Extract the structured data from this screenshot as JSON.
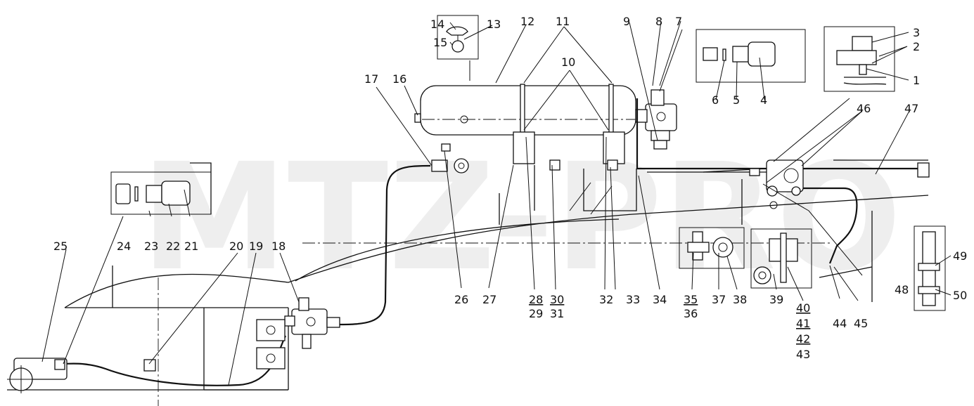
{
  "watermark": "MTZ-PRO",
  "callouts": {
    "c1": "1",
    "c2": "2",
    "c3": "3",
    "c4": "4",
    "c5": "5",
    "c6": "6",
    "c7": "7",
    "c8": "8",
    "c9": "9",
    "c10": "10",
    "c11": "11",
    "c12": "12",
    "c13": "13",
    "c14": "14",
    "c15": "15",
    "c16": "16",
    "c17": "17",
    "c18": "18",
    "c19": "19",
    "c20": "20",
    "c21": "21",
    "c22": "22",
    "c23": "23",
    "c24": "24",
    "c25": "25",
    "c26": "26",
    "c27": "27",
    "c28": "28",
    "c29": "29",
    "c30": "30",
    "c31": "31",
    "c32": "32",
    "c33": "33",
    "c34": "34",
    "c35": "35",
    "c36": "36",
    "c37": "37",
    "c38": "38",
    "c39": "39",
    "c40": "40",
    "c41": "41",
    "c42": "42",
    "c43": "43",
    "c44": "44",
    "c45": "45",
    "c46": "46",
    "c47": "47",
    "c48": "48",
    "c49": "49",
    "c50": "50"
  }
}
